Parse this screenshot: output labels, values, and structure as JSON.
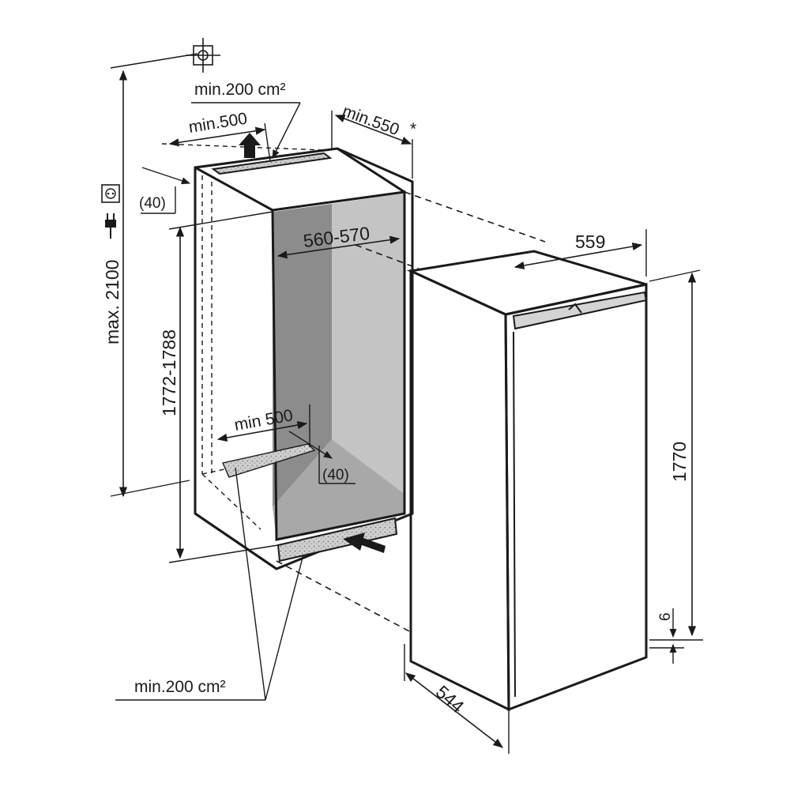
{
  "diagram": {
    "labels": {
      "top_vent_area": "min.200 cm²",
      "top_vent_width": "min.500",
      "top_depth": "min.550",
      "top_depth_note": "*",
      "top_gap": "(40)",
      "max_height": "max. 2100",
      "niche_height": "1772-1788",
      "niche_width": "560-570",
      "bottom_vent_width": "min 500",
      "bottom_gap": "(40)",
      "bottom_vent_area": "min.200 cm²",
      "appliance_width": "559",
      "appliance_height": "1770",
      "appliance_depth": "544",
      "plinth_gap": "6"
    },
    "icons": {
      "plumb": "plumb-target-icon",
      "socket": "power-socket-icon",
      "plug": "power-plug-icon"
    },
    "colors": {
      "line": "#1a1a1a",
      "niche_shade": "#8c8c8c",
      "niche_light": "#c4c4c4",
      "vent_grille": "#b5b5b5",
      "panel": "#d4d4d4"
    }
  }
}
